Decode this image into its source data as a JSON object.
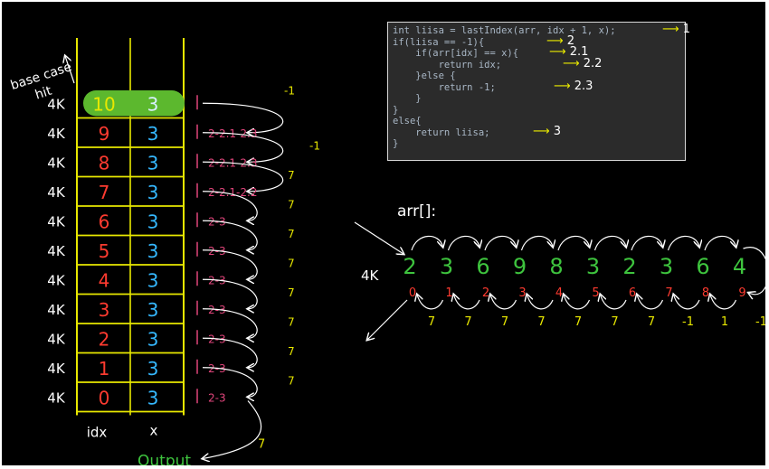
{
  "code_lines": [
    {
      "text": "int liisa = lastIndex(arr, idx + 1, x);",
      "annotation": "1"
    },
    {
      "text": "if(liisa == -1){",
      "annotation": "2"
    },
    {
      "text": "    if(arr[idx] == x){",
      "annotation": "2.1"
    },
    {
      "text": "        return idx;",
      "annotation": "2.2"
    },
    {
      "text": "    }else {",
      "annotation": ""
    },
    {
      "text": "        return -1;",
      "annotation": "2.3"
    },
    {
      "text": "    }",
      "annotation": ""
    },
    {
      "text": "}",
      "annotation": ""
    },
    {
      "text": "else{",
      "annotation": ""
    },
    {
      "text": "    return liisa;",
      "annotation": "3"
    },
    {
      "text": "}",
      "annotation": ""
    }
  ],
  "stack": {
    "side_label": "4K",
    "base_case_note": [
      "base case",
      "hit"
    ],
    "column_labels": [
      "idx",
      "x"
    ],
    "frames": [
      {
        "idx": "10",
        "x": "3",
        "trace": "",
        "ret": "-1"
      },
      {
        "idx": "9",
        "x": "3",
        "trace": "2-2.1-2.3",
        "ret": ""
      },
      {
        "idx": "8",
        "x": "3",
        "trace": "2-2.1-2.3",
        "ret": "-1"
      },
      {
        "idx": "7",
        "x": "3",
        "trace": "2-2.1-2.2",
        "ret": "7"
      },
      {
        "idx": "6",
        "x": "3",
        "trace": "2-3",
        "ret": "7"
      },
      {
        "idx": "5",
        "x": "3",
        "trace": "2-3",
        "ret": "7"
      },
      {
        "idx": "4",
        "x": "3",
        "trace": "2-3",
        "ret": "7"
      },
      {
        "idx": "3",
        "x": "3",
        "trace": "2-3",
        "ret": "7"
      },
      {
        "idx": "2",
        "x": "3",
        "trace": "2-3",
        "ret": "7"
      },
      {
        "idx": "1",
        "x": "3",
        "trace": "2-3",
        "ret": "7"
      },
      {
        "idx": "0",
        "x": "3",
        "trace": "2-3",
        "ret": "7"
      }
    ],
    "output_label": "Output",
    "output_value": "7"
  },
  "array": {
    "label": "arr[]:",
    "side_label": "4K",
    "values": [
      "2",
      "3",
      "6",
      "9",
      "8",
      "3",
      "2",
      "3",
      "6",
      "4"
    ],
    "indices": [
      "0",
      "1",
      "2",
      "3",
      "4",
      "5",
      "6",
      "7",
      "8",
      "9"
    ],
    "returns": [
      "7",
      "7",
      "7",
      "7",
      "7",
      "7",
      "7",
      "-1",
      "1",
      "-1"
    ]
  },
  "colors": {
    "idx_red": "#ff3b30",
    "x_blue": "#35b8ff",
    "stack_yellow": "#e8e800",
    "highlight_green": "#5cb82e",
    "trace_pink": "#e0457b",
    "array_green": "#3ec43e",
    "return_yellow": "#e8e800"
  }
}
